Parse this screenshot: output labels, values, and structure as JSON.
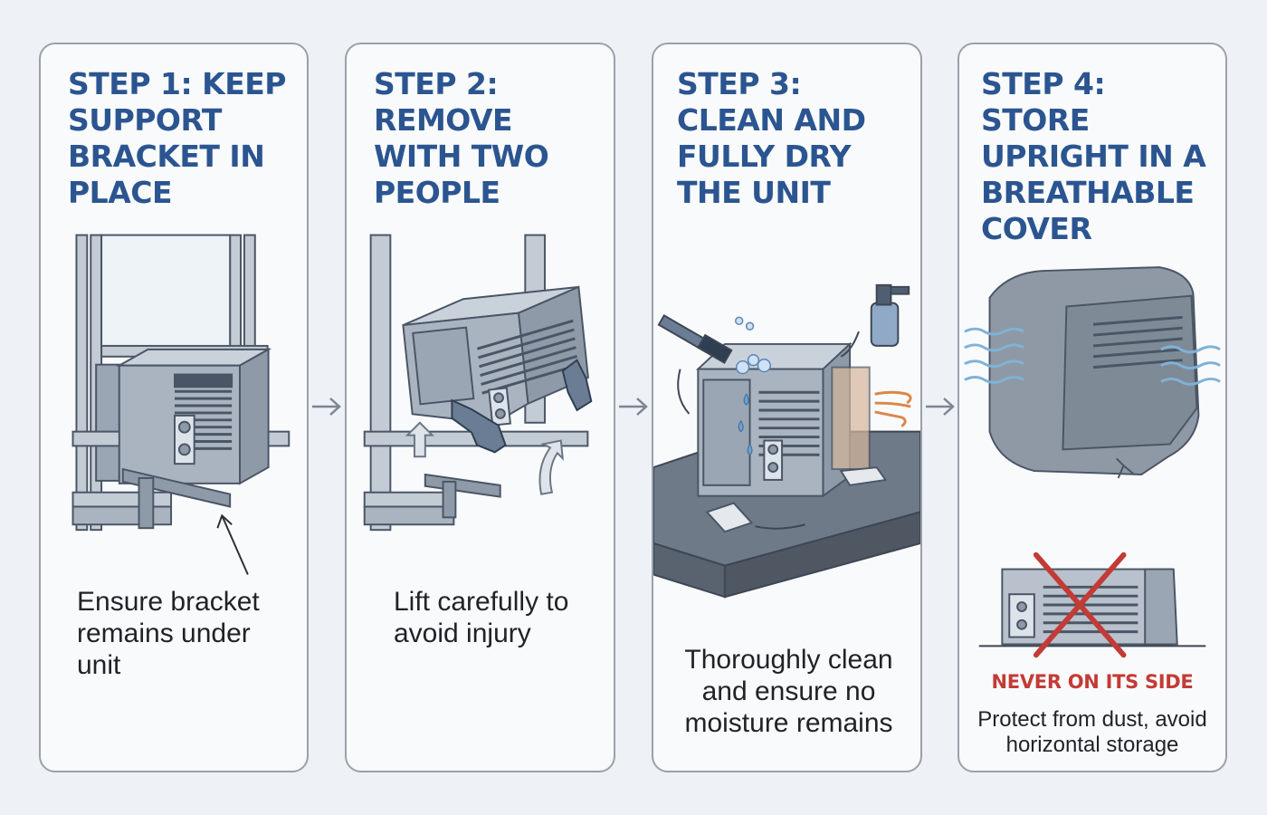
{
  "steps": [
    {
      "title": "STEP 1: KEEP SUPPORT BRACKET IN PLACE",
      "caption": "Ensure bracket remains under unit"
    },
    {
      "title": "STEP 2: REMOVE WITH TWO PEOPLE",
      "caption": "Lift carefully to avoid injury"
    },
    {
      "title": "STEP 3: CLEAN AND FULLY DRY THE UNIT",
      "caption": "Thoroughly clean and ensure no moisture remains"
    },
    {
      "title": "STEP 4: STORE UPRIGHT IN A BREATHABLE COVER",
      "warning": "NEVER ON ITS SIDE",
      "caption": "Protect from dust, avoid horizontal storage"
    }
  ],
  "colors": {
    "title": "#2b5590",
    "warning": "#c33b36",
    "unit": "#aab4c0",
    "border": "#9aa1ab"
  },
  "icons": [
    "arrow-right-icon",
    "window-icon",
    "air-conditioner-icon",
    "bracket-icon",
    "glove-icon",
    "brush-icon",
    "spray-bottle-icon",
    "water-drop-icon",
    "cloth-icon",
    "airflow-icon",
    "cover-icon",
    "cross-mark-icon"
  ]
}
